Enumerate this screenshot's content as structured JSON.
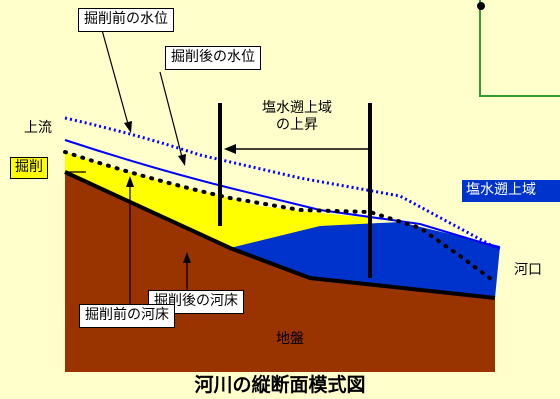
{
  "labels": {
    "water_level_before": "掘削前の水位",
    "water_level_after": "掘削後の水位",
    "saltwater_rise_line1": "塩水遡上域",
    "saltwater_rise_line2": "の上昇",
    "upstream": "上流",
    "excavation": "掘削",
    "saltwater_zone": "塩水遡上域",
    "river_mouth": "河口",
    "riverbed_after": "掘削後の河床",
    "riverbed_before": "掘削前の河床",
    "ground": "地盤"
  },
  "title": "河川の縦断面模式図",
  "colors": {
    "background": "#ffffcc",
    "ground": "#993300",
    "excavation": "#ffff00",
    "saltwater": "#0033cc",
    "water_line": "#0000ff"
  }
}
